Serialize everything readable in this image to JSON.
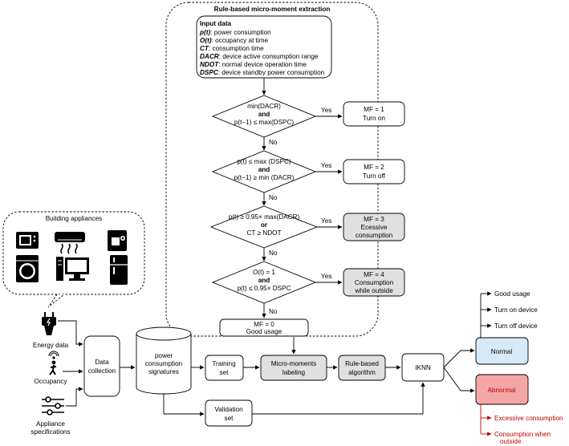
{
  "extraction": {
    "title": "Rule-based micro-moment extraction",
    "input": {
      "heading": "Input data",
      "items": [
        {
          "var": "p(t)",
          "desc": ": power consumption"
        },
        {
          "var": "O(t)",
          "desc": ": occupancy at time"
        },
        {
          "var": "CT",
          "desc": ": consumption time"
        },
        {
          "var": "DACR",
          "desc": ": device active consumption range"
        },
        {
          "var": "NDOT",
          "desc": ":  normal device operation time"
        },
        {
          "var": "DSPC",
          "desc": ": device standby power consumption"
        }
      ]
    },
    "decisions": [
      {
        "l1": "min(DACR)",
        "l2": "and",
        "l3": "p(t−1) ≤ max(DSPC)"
      },
      {
        "l1": "p(t) ≤ max (DSPC)",
        "l2": "and",
        "l3": "p(t−1) ≥ min (DACR)"
      },
      {
        "l1": "p(t) ≥ 0.95× max(DACR)",
        "l2": "or",
        "l3": "CT ≥ NDOT"
      },
      {
        "l1": "O(t) = 1",
        "l2": "and",
        "l3": "p(t) ≤ 0.95× DSPC"
      }
    ],
    "yes_label": "Yes",
    "no_label": "No",
    "outcomes": [
      {
        "l1": "MF = 1",
        "l2": "Turn on"
      },
      {
        "l1": "MF = 2",
        "l2": "Turn off"
      },
      {
        "l1": "MF = 3",
        "l2": "Ecessive",
        "l3": "consumption"
      },
      {
        "l1": "MF = 4",
        "l2": "Consumption",
        "l3": "while outside"
      }
    ],
    "final": {
      "l1": "MF = 0",
      "l2": "Good usage"
    }
  },
  "appliances": {
    "title": "Building appliances"
  },
  "sources": {
    "energy": "Energy data",
    "occupancy": "Occupancy",
    "spec_l1": "Appliance",
    "spec_l2": "specifications"
  },
  "pipeline": {
    "data_collection": [
      "Data",
      "collection"
    ],
    "signatures": [
      "power",
      "consumption",
      "signatures"
    ],
    "training": [
      "Training",
      "set"
    ],
    "validation": [
      "Validation",
      "set"
    ],
    "labeling": [
      "Micro-moments",
      "labeling"
    ],
    "rule_algo": [
      "Rule-based",
      "algorithm"
    ],
    "iknn": "IKNN"
  },
  "results": {
    "normal": "Normal",
    "abnormal": "Abnormal",
    "normal_items": [
      "Good usage",
      "Turn on device",
      "Turn off device"
    ],
    "abnormal_items": [
      "Excessive consumption",
      "Consumption when",
      "outside"
    ]
  },
  "colors": {
    "normal": "#d6eaf8",
    "abnormal": "#f4a6a6",
    "red": "#c00000",
    "grey": "#e0e0e0"
  }
}
